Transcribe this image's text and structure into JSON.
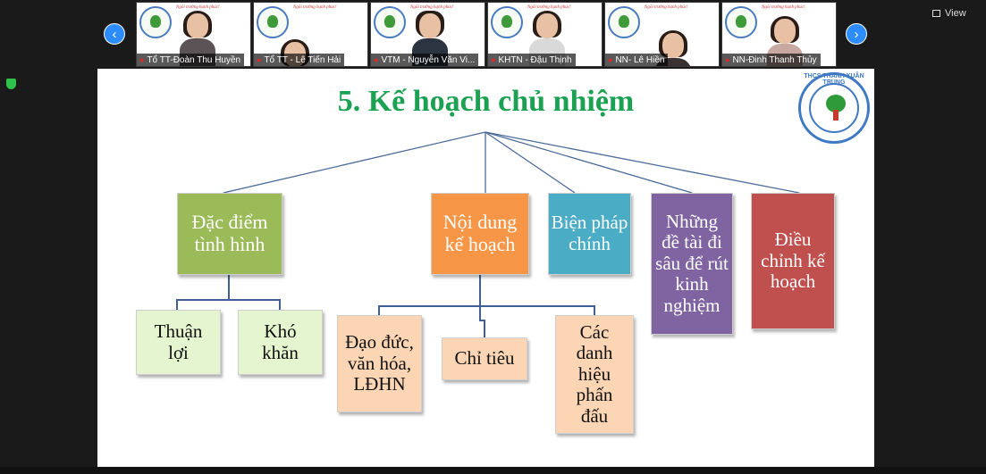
{
  "strip": {
    "prev_icon": "‹",
    "next_icon": "›",
    "banner_text": "Ngôi trường hạnh phúc!",
    "participants": [
      {
        "name": "Tổ TT-Đoàn Thu Huyền"
      },
      {
        "name": "Tổ TT - Lê Tiến Hải"
      },
      {
        "name": "VTM - Nguyễn Văn Vi..."
      },
      {
        "name": "KHTN - Đậu Thịnh"
      },
      {
        "name": "NN- Lê Hiền"
      },
      {
        "name": "NN-Đinh Thanh Thủy"
      }
    ],
    "view_label": "View"
  },
  "slide": {
    "title": "5. Kế hoạch chủ nhiệm",
    "logo_text": "THCS THANH XUÂN TRUNG",
    "nodes": {
      "dac_diem": "Đặc điểm tình hình",
      "noi_dung": "Nội dung kế hoạch",
      "bien_phap": "Biện pháp chính",
      "nhung_de_tai": "Những đề tài đi sâu để rút kinh nghiệm",
      "dieu_chinh": "Điều chỉnh kế hoạch",
      "thuan_loi": "Thuận lợi",
      "kho_khan": "Khó khăn",
      "dao_duc": "Đạo đức, văn hóa, LĐHN",
      "chi_tieu": "Chỉ tiêu",
      "danh_hieu": "Các danh hiệu phấn đấu"
    }
  },
  "colors": {
    "green_box": "#9bbb59",
    "orange_box": "#f79646",
    "blue_box": "#4bacc6",
    "purple_box": "#8064a2",
    "red_box": "#c0504d",
    "light_green_box": "#e4f5d0",
    "light_orange_box": "#fcd5b4",
    "connector": "#4a6a9a",
    "title_green": "#1aa152"
  }
}
